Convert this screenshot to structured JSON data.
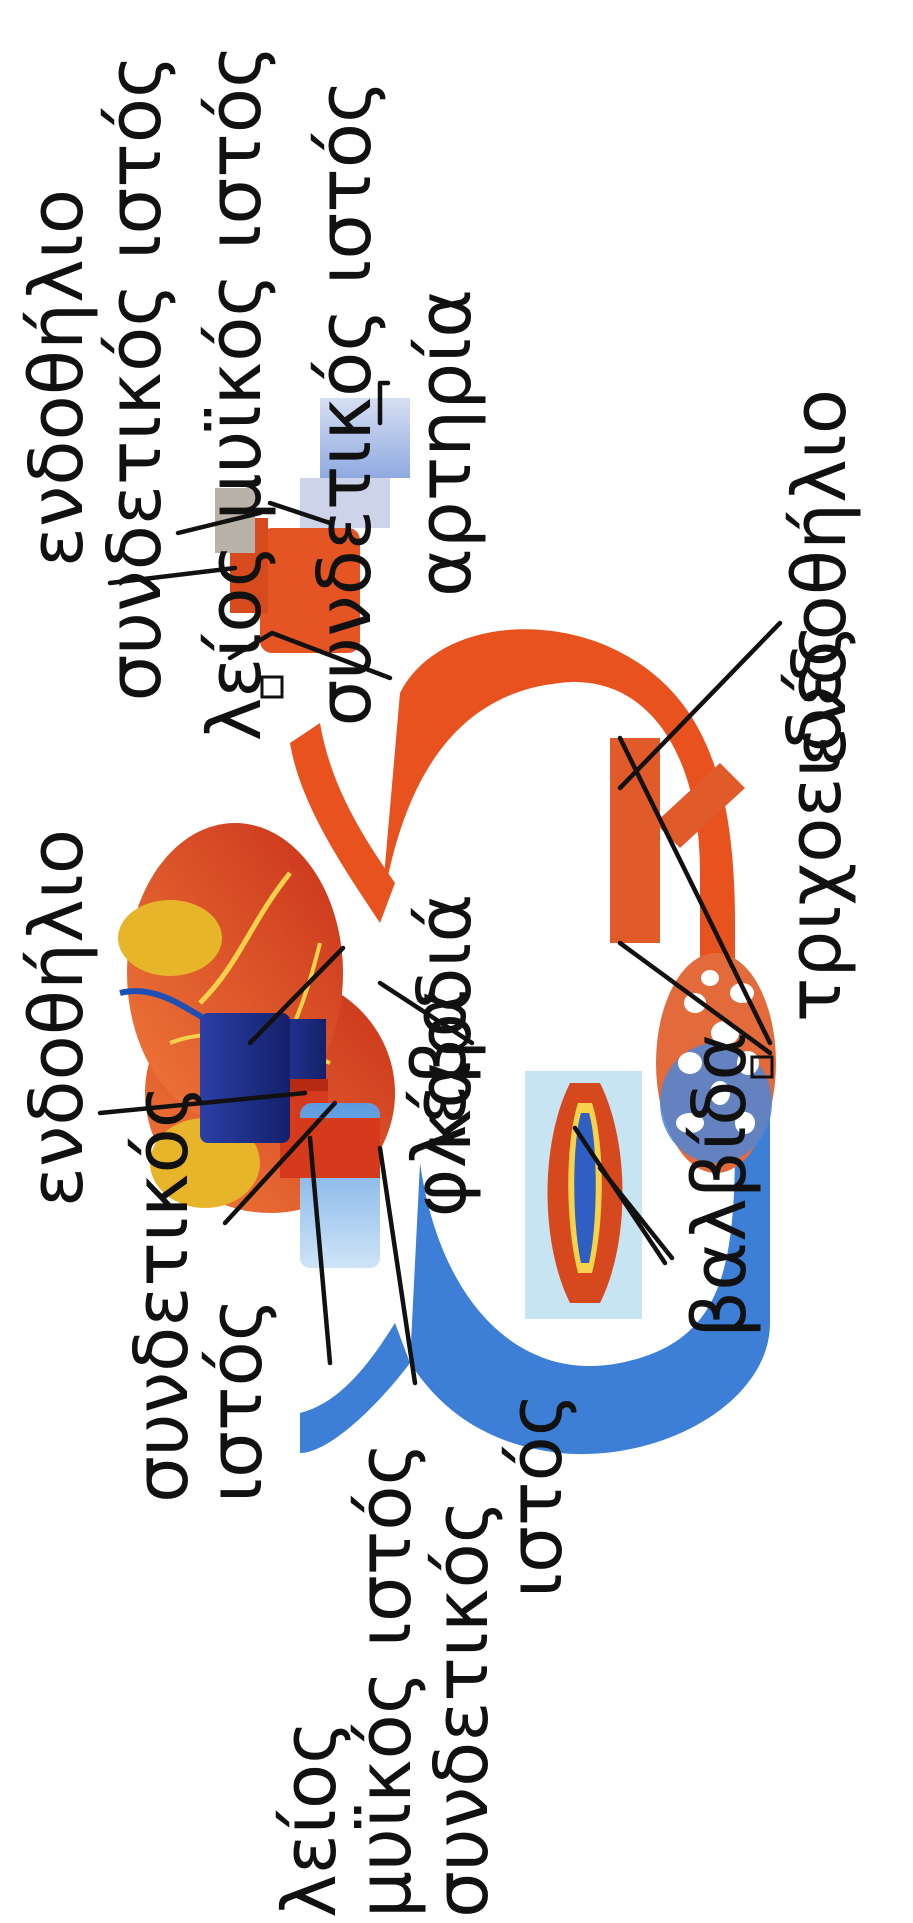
{
  "labels": {
    "endo_top_left": "ενδοθήλιο",
    "connective_left_1": "συνδετικός",
    "connective_left_2": "ιστός",
    "smooth_left_1": "λείος",
    "smooth_left_2": "μυϊκός ιστός",
    "connective_outer_left_1": "συνδετικός",
    "connective_outer_left_2": "ιστός",
    "vein": "φλέβα",
    "valve": "βαλβίδα",
    "capillaries": "τριχοειδές",
    "heart": "καρδιά",
    "endo_mid": "ενδοθήλιο",
    "connective_right_inner": "συνδετικός ιστός",
    "smooth_right": "λείος μυϊκός ιστός",
    "connective_right_outer": "συνδετικός ιστός",
    "artery": "αρτηρία",
    "endo_right": "ενδοθήλιο"
  },
  "colors": {
    "artery_red": "#e8521e",
    "vein_blue": "#3d7fd6",
    "dark_blue": "#1d2f8c",
    "pale_blue": "#9fc7ee",
    "muscle_red": "#d63a1c",
    "heart_yellow": "#e6b52a",
    "valve_bg": "#c6e4f2"
  }
}
